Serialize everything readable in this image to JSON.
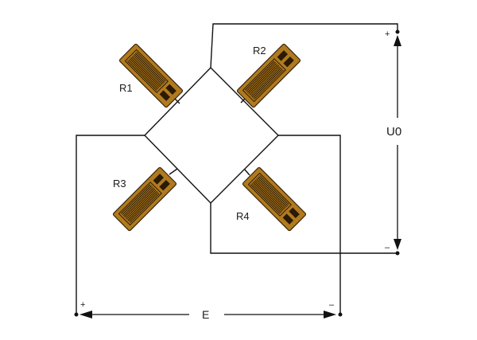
{
  "resistors": [
    {
      "id": "r1",
      "label": "R1"
    },
    {
      "id": "r2",
      "label": "R2"
    },
    {
      "id": "r3",
      "label": "R3"
    },
    {
      "id": "r4",
      "label": "R4"
    }
  ],
  "output": {
    "label": "U0",
    "plus": "+",
    "minus": "–"
  },
  "excitation": {
    "label": "E",
    "plus": "+",
    "minus": "–"
  },
  "colors": {
    "gauge": "#b07a1e",
    "wire": "#111111"
  }
}
